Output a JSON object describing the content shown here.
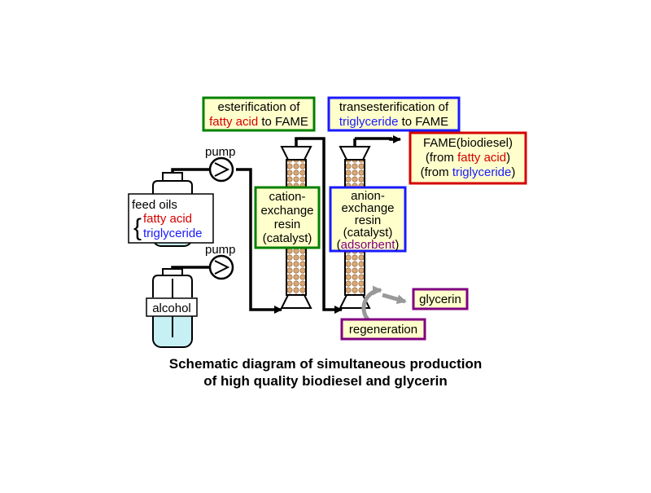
{
  "colors": {
    "box_fill": "#ffffcc",
    "green_border": "#008000",
    "blue_border": "#1a1aff",
    "red_border": "#d40000",
    "purple_border": "#800080",
    "tank_fill": "#c6f0f4",
    "resin_fill": "#d9a877",
    "arrow_gray": "#999999"
  },
  "labels": {
    "esterification": {
      "line1": "esterification of",
      "line2_red": "fatty acid",
      "line2_rest": " to FAME"
    },
    "transesterification": {
      "line1": "transesterification of",
      "line2_blue": "triglyceride",
      "line2_rest": " to FAME"
    },
    "fame": {
      "line1": "FAME(biodiesel)",
      "l2_pre": "(from ",
      "l2_red": "fatty acid",
      "l2_post": ")",
      "l3_pre": "(from ",
      "l3_blue": "triglyceride",
      "l3_post": ")"
    },
    "feed": {
      "title": "feed oils",
      "brace": "{",
      "item1": "fatty acid",
      "item2": "triglyceride"
    },
    "pump_top": "pump",
    "pump_bottom": "pump",
    "alcohol": "alcohol",
    "cation": {
      "l1": "cation-",
      "l2": "exchange",
      "l3": "resin",
      "l4": "(catalyst)"
    },
    "anion": {
      "l1": "anion-",
      "l2": "exchange",
      "l3": "resin",
      "l4": "(catalyst)",
      "l5_pre": "(",
      "l5_purple": "adsorbent",
      "l5_post": ")"
    },
    "glycerin": "glycerin",
    "regeneration": "regeneration"
  },
  "caption": {
    "line1": "Schematic diagram of simultaneous production",
    "line2": "of high quality biodiesel and glycerin"
  }
}
